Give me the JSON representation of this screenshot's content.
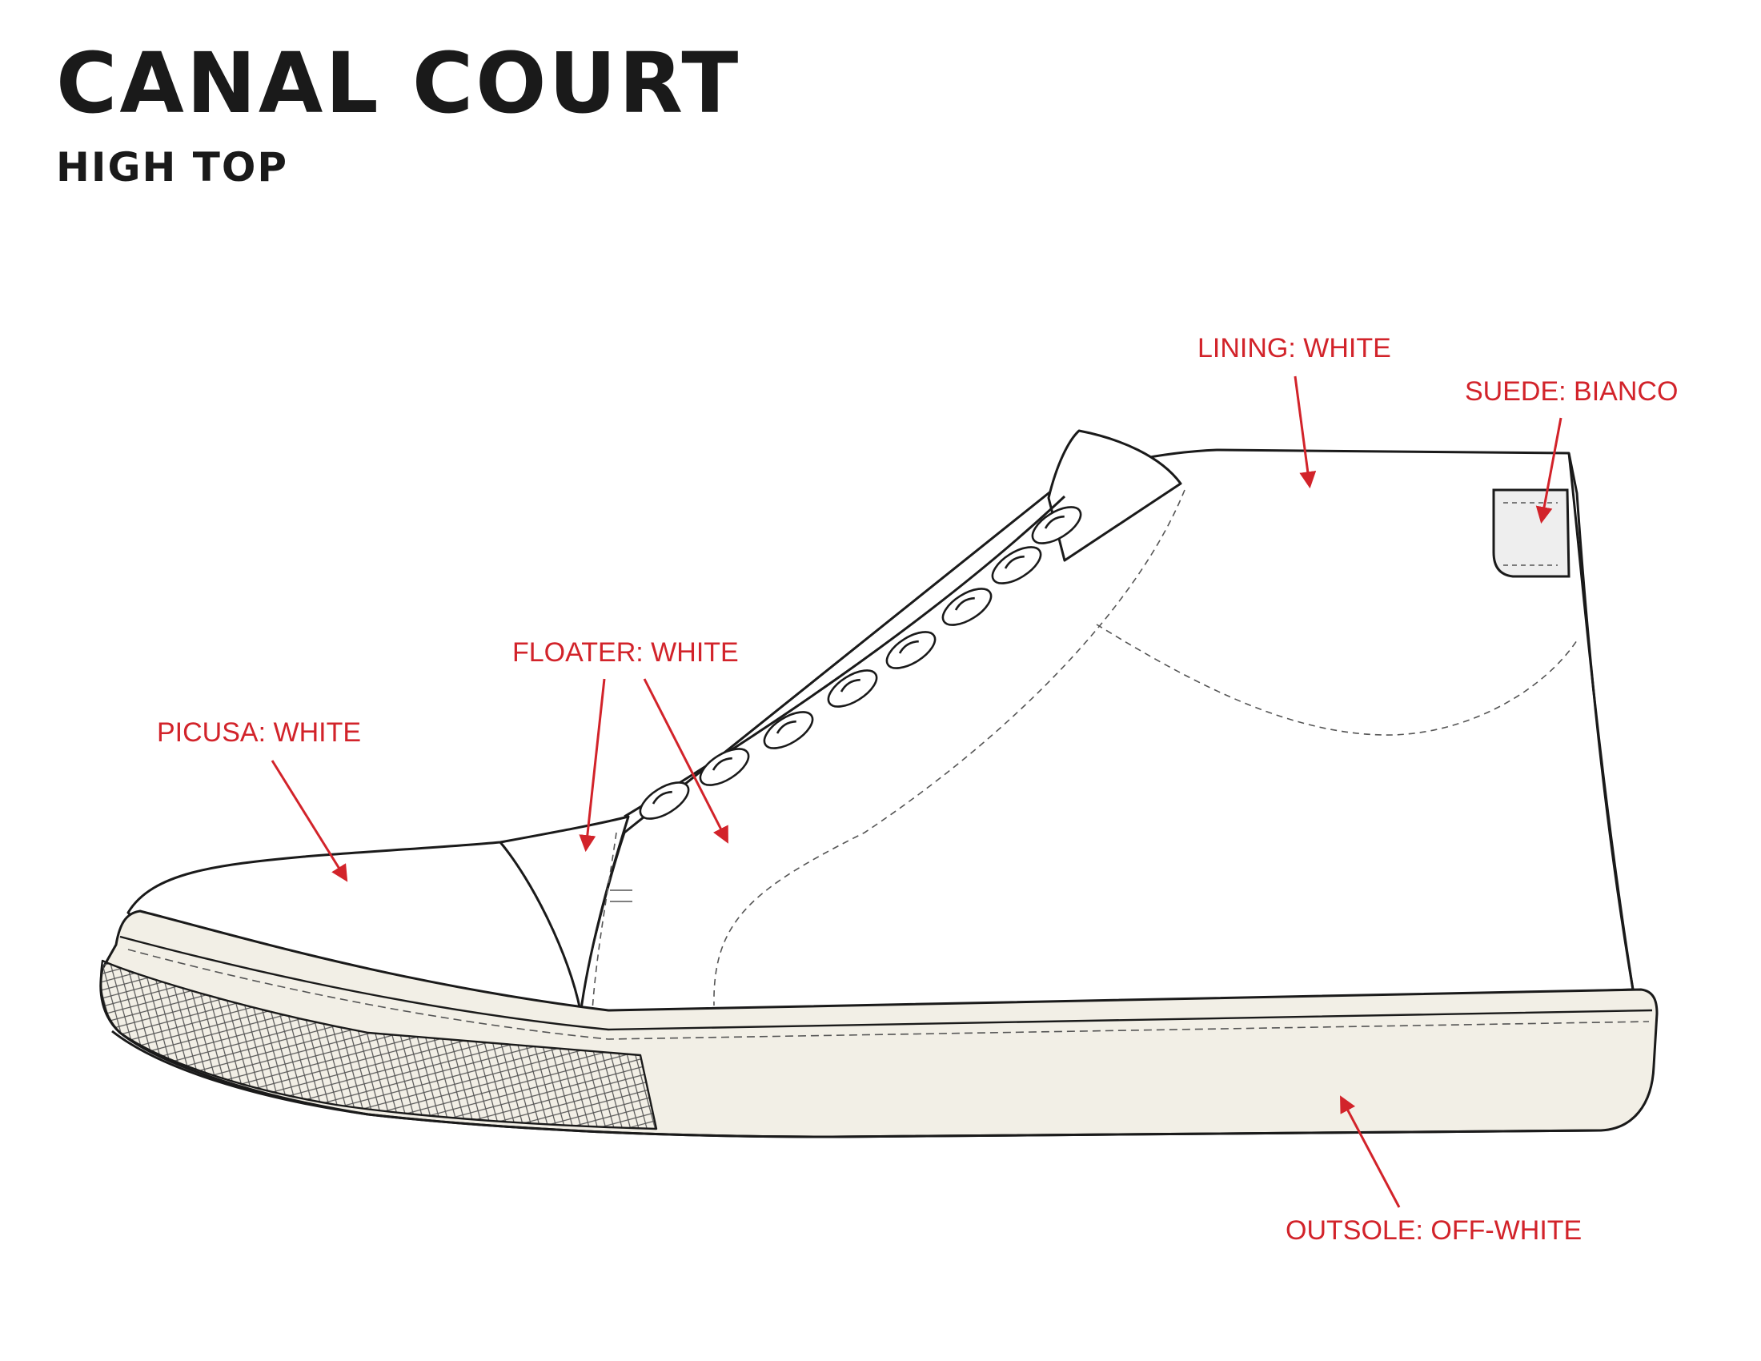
{
  "header": {
    "title": "CANAL COURT",
    "subtitle": "HIGH TOP"
  },
  "callouts": {
    "lining": "LINING: WHITE",
    "suede": "SUEDE: BIANCO",
    "floater": "FLOATER: WHITE",
    "picusa": "PICUSA: WHITE",
    "outsole": "OUTSOLE: OFF-WHITE"
  },
  "colors": {
    "ink": "#1a1a1a",
    "callout": "#d2232a",
    "outsole_fill": "#f2efe6",
    "suede_fill": "#eeeeee",
    "upper_fill": "#ffffff"
  }
}
